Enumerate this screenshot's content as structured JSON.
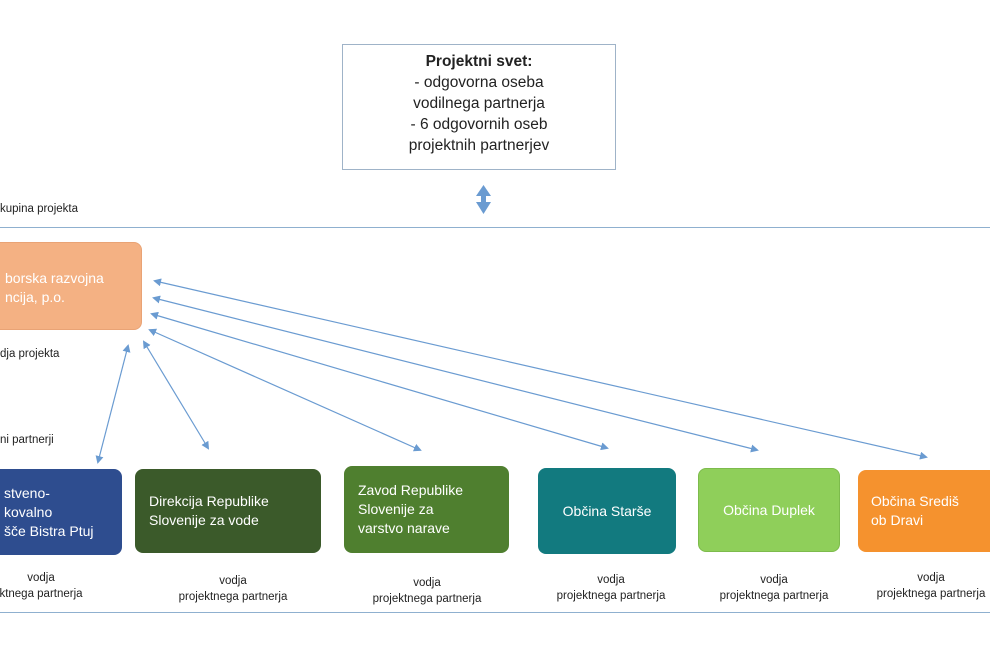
{
  "council": {
    "title": "Projektni svet:",
    "lines": [
      "- odgovorna oseba",
      "vodilnega partnerja",
      "- 6 odgovornih oseb",
      "projektnih partnerjev"
    ]
  },
  "labels": {
    "project_group": "kupina projekta",
    "project_lead": "dja projekta",
    "partners": "ni partnerji"
  },
  "lead": {
    "text": "borska razvojna\nncija, p.o.",
    "color": "#f4b183"
  },
  "partners": [
    {
      "name": "stveno-\nkovalno\nšče Bistra Ptuj",
      "color": "#2e4d8f",
      "role_line1": "vodja",
      "role_line2": "ktnega partnerja"
    },
    {
      "name": "Direkcija Republike\nSlovenije za vode",
      "color": "#3b5a2a",
      "role_line1": "vodja",
      "role_line2": "projektnega partnerja"
    },
    {
      "name": "Zavod Republike\nSlovenije za\nvarstvo narave",
      "color": "#4f7f2f",
      "role_line1": "vodja",
      "role_line2": "projektnega partnerja"
    },
    {
      "name": "Občina Starše",
      "color": "#127a7f",
      "role_line1": "vodja",
      "role_line2": "projektnega partnerja"
    },
    {
      "name": "Občina Duplek",
      "color": "#8fcf5a",
      "role_line1": "vodja",
      "role_line2": "projektnega partnerja"
    },
    {
      "name": "Občina Središ\nob Dravi",
      "color": "#f5922e",
      "role_line1": "vodja",
      "role_line2": "projektnega partnerja"
    }
  ],
  "colors": {
    "arrow": "#6a9bd1",
    "frame": "#8fb0cf"
  }
}
